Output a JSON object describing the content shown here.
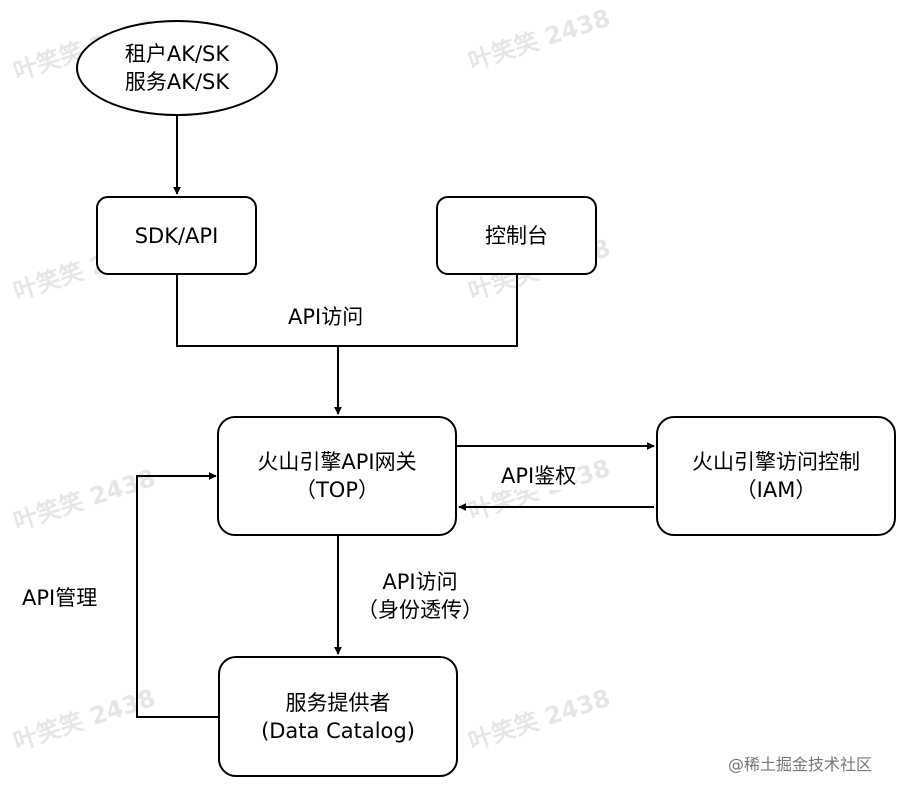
{
  "watermark": "叶笑笑 2438",
  "nodes": {
    "credentials": {
      "line1": "租户AK/SK",
      "line2": "服务AK/SK"
    },
    "sdk_api": {
      "label": "SDK/API"
    },
    "console": {
      "label": "控制台"
    },
    "gateway": {
      "line1": "火山引擎API网关",
      "line2": "（TOP）"
    },
    "iam": {
      "line1": "火山引擎访问控制",
      "line2": "（IAM）"
    },
    "provider": {
      "line1": "服务提供者",
      "line2": "(Data Catalog)"
    }
  },
  "edge_labels": {
    "api_access": "API访问",
    "api_auth": "API鉴权",
    "api_access_2_line1": "API访问",
    "api_access_2_line2": "（身份透传）",
    "api_management": "API管理"
  },
  "footer": "@稀土掘金技术社区"
}
